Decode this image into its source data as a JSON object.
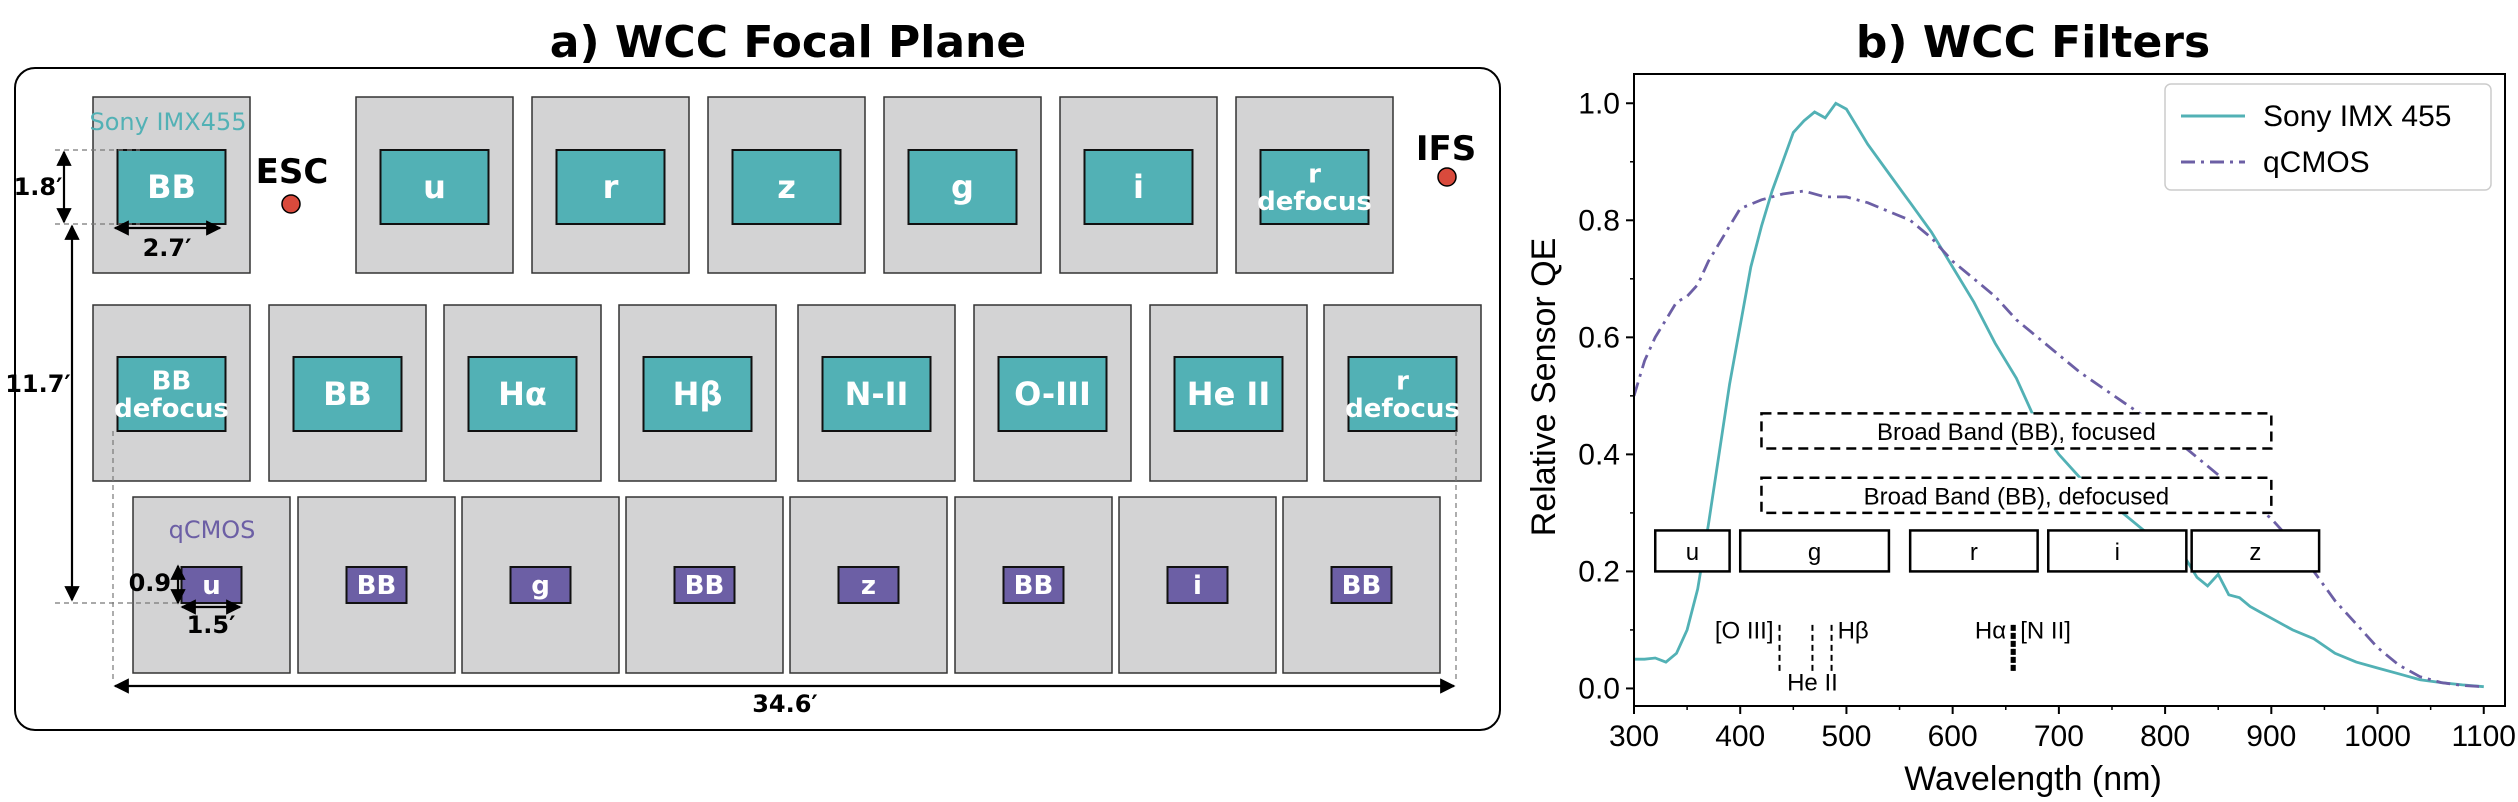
{
  "focal_plane": {
    "title": "a) WCC Focal Plane",
    "sony_label": "Sony IMX455",
    "qcmos_label": "qCMOS",
    "esc_label": "ESC",
    "ifs_label": "IFS",
    "dims": {
      "sony_height": "1.8′",
      "sony_width": "2.7′",
      "span_height": "11.7′",
      "qcmos_height": "0.9′",
      "qcmos_width": "1.5′",
      "total_width": "34.6′"
    },
    "row1_filters": [
      "BB",
      "u",
      "r",
      "z",
      "g",
      "i",
      "r\ndefocus"
    ],
    "row2_filters": [
      "BB\ndefocus",
      "BB",
      "Hα",
      "Hβ",
      "N-II",
      "O-III",
      "He II",
      "r\ndefocus"
    ],
    "row3_filters": [
      "u",
      "BB",
      "g",
      "BB",
      "z",
      "BB",
      "i",
      "BB"
    ],
    "colors": {
      "sony_filter": "#52b1b5",
      "qcmos_filter": "#6c5fa5",
      "package": "#d3d3d4",
      "sony_label": "#52b1b5",
      "qcmos_label": "#6c5fa5",
      "dot": "#d94a3c"
    }
  },
  "chart_data": {
    "type": "line",
    "title": "b) WCC Filters",
    "xlabel": "Wavelength (nm)",
    "ylabel": "Relative Sensor QE",
    "xlim": [
      300,
      1120
    ],
    "ylim": [
      -0.03,
      1.05
    ],
    "xticks": [
      300,
      400,
      500,
      600,
      700,
      800,
      900,
      1000,
      1100
    ],
    "yticks": [
      0.0,
      0.2,
      0.4,
      0.6,
      0.8,
      1.0
    ],
    "ytick_labels": [
      "0.0",
      "0.2",
      "0.4",
      "0.6",
      "0.8",
      "1.0"
    ],
    "legend_position": "top-right",
    "series": [
      {
        "name": "Sony IMX 455",
        "color": "#52b1b5",
        "style": "solid",
        "points": [
          [
            300,
            0.05
          ],
          [
            310,
            0.05
          ],
          [
            320,
            0.052
          ],
          [
            330,
            0.045
          ],
          [
            340,
            0.06
          ],
          [
            350,
            0.1
          ],
          [
            360,
            0.17
          ],
          [
            370,
            0.28
          ],
          [
            380,
            0.4
          ],
          [
            390,
            0.52
          ],
          [
            400,
            0.62
          ],
          [
            410,
            0.72
          ],
          [
            420,
            0.79
          ],
          [
            430,
            0.85
          ],
          [
            440,
            0.9
          ],
          [
            450,
            0.95
          ],
          [
            460,
            0.97
          ],
          [
            470,
            0.985
          ],
          [
            480,
            0.975
          ],
          [
            490,
            1.0
          ],
          [
            500,
            0.99
          ],
          [
            510,
            0.96
          ],
          [
            520,
            0.93
          ],
          [
            540,
            0.88
          ],
          [
            560,
            0.83
          ],
          [
            580,
            0.78
          ],
          [
            600,
            0.72
          ],
          [
            620,
            0.66
          ],
          [
            640,
            0.59
          ],
          [
            660,
            0.53
          ],
          [
            680,
            0.45
          ],
          [
            700,
            0.4
          ],
          [
            720,
            0.36
          ],
          [
            740,
            0.33
          ],
          [
            760,
            0.3
          ],
          [
            780,
            0.27
          ],
          [
            800,
            0.25
          ],
          [
            810,
            0.23
          ],
          [
            820,
            0.22
          ],
          [
            830,
            0.19
          ],
          [
            840,
            0.175
          ],
          [
            850,
            0.195
          ],
          [
            860,
            0.16
          ],
          [
            870,
            0.155
          ],
          [
            880,
            0.14
          ],
          [
            890,
            0.13
          ],
          [
            900,
            0.12
          ],
          [
            920,
            0.1
          ],
          [
            940,
            0.085
          ],
          [
            960,
            0.06
          ],
          [
            980,
            0.045
          ],
          [
            1000,
            0.035
          ],
          [
            1020,
            0.025
          ],
          [
            1040,
            0.015
          ],
          [
            1060,
            0.01
          ],
          [
            1080,
            0.006
          ],
          [
            1100,
            0.003
          ]
        ]
      },
      {
        "name": "qCMOS",
        "color": "#6c5fa5",
        "style": "dashdot",
        "points": [
          [
            300,
            0.5
          ],
          [
            310,
            0.56
          ],
          [
            320,
            0.6
          ],
          [
            330,
            0.63
          ],
          [
            340,
            0.66
          ],
          [
            350,
            0.67
          ],
          [
            360,
            0.69
          ],
          [
            370,
            0.73
          ],
          [
            380,
            0.76
          ],
          [
            390,
            0.79
          ],
          [
            400,
            0.82
          ],
          [
            420,
            0.835
          ],
          [
            440,
            0.845
          ],
          [
            460,
            0.85
          ],
          [
            480,
            0.84
          ],
          [
            500,
            0.84
          ],
          [
            520,
            0.83
          ],
          [
            540,
            0.815
          ],
          [
            560,
            0.8
          ],
          [
            580,
            0.77
          ],
          [
            600,
            0.73
          ],
          [
            620,
            0.7
          ],
          [
            640,
            0.67
          ],
          [
            660,
            0.63
          ],
          [
            680,
            0.6
          ],
          [
            700,
            0.57
          ],
          [
            720,
            0.54
          ],
          [
            740,
            0.515
          ],
          [
            760,
            0.49
          ],
          [
            780,
            0.465
          ],
          [
            800,
            0.44
          ],
          [
            820,
            0.41
          ],
          [
            840,
            0.38
          ],
          [
            860,
            0.35
          ],
          [
            880,
            0.32
          ],
          [
            900,
            0.29
          ],
          [
            920,
            0.25
          ],
          [
            940,
            0.2
          ],
          [
            960,
            0.15
          ],
          [
            980,
            0.11
          ],
          [
            1000,
            0.07
          ],
          [
            1020,
            0.04
          ],
          [
            1040,
            0.02
          ],
          [
            1060,
            0.01
          ],
          [
            1080,
            0.005
          ],
          [
            1100,
            0.003
          ]
        ]
      }
    ],
    "bands": [
      {
        "label": "Broad Band (BB), focused",
        "x0": 420,
        "x1": 900,
        "y0": 0.41,
        "y1": 0.47,
        "style": "dashed"
      },
      {
        "label": "Broad Band (BB), defocused",
        "x0": 420,
        "x1": 900,
        "y0": 0.3,
        "y1": 0.36,
        "style": "dashed"
      },
      {
        "label": "u",
        "x0": 320,
        "x1": 390,
        "y0": 0.2,
        "y1": 0.27,
        "style": "solid"
      },
      {
        "label": "g",
        "x0": 400,
        "x1": 540,
        "y0": 0.2,
        "y1": 0.27,
        "style": "solid"
      },
      {
        "label": "r",
        "x0": 560,
        "x1": 680,
        "y0": 0.2,
        "y1": 0.27,
        "style": "solid"
      },
      {
        "label": "i",
        "x0": 690,
        "x1": 820,
        "y0": 0.2,
        "y1": 0.27,
        "style": "solid"
      },
      {
        "label": "z",
        "x0": 825,
        "x1": 945,
        "y0": 0.2,
        "y1": 0.27,
        "style": "solid"
      }
    ],
    "lines": [
      {
        "x": 437,
        "label": "[O III]",
        "label_side": "left-top"
      },
      {
        "x": 468,
        "label": "He II",
        "label_side": "below"
      },
      {
        "x": 486,
        "label": "Hβ",
        "label_side": "right-top"
      },
      {
        "x": 656,
        "label": "Hα",
        "label_side": "left-top"
      },
      {
        "x": 658,
        "label": "[N II]",
        "label_side": "right-top"
      }
    ]
  }
}
